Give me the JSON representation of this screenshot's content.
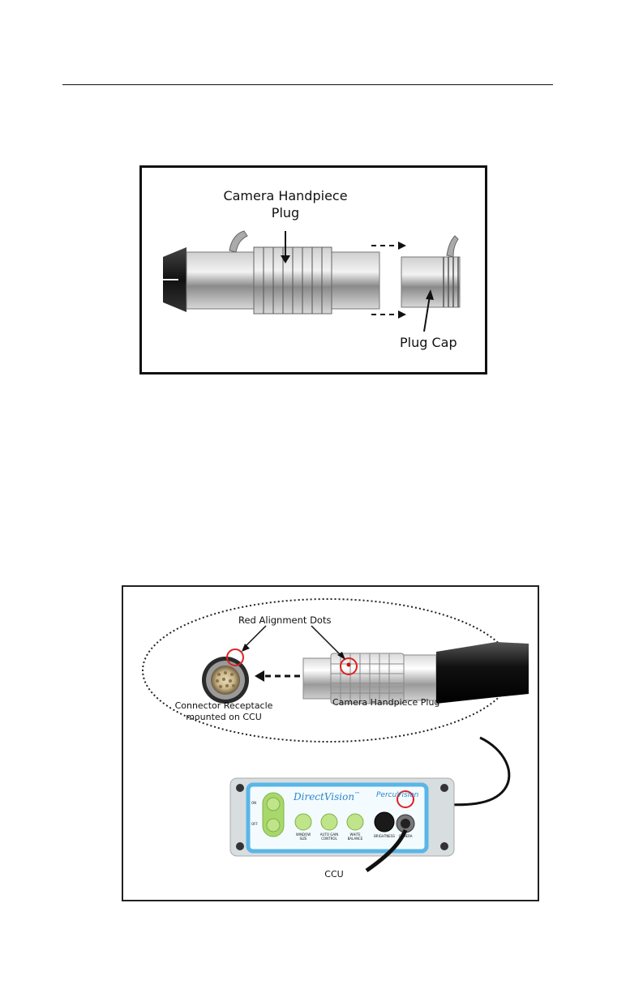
{
  "figure1": {
    "plug_label_line1": "Camera Handpiece",
    "plug_label_line2": "Plug",
    "cap_label": "Plug Cap"
  },
  "figure2": {
    "alignment_label": "Red Alignment Dots",
    "receptacle_label_line1": "Connector Receptacle",
    "receptacle_label_line2": "mounted on CCU",
    "plug_label": "Camera Handpiece Plug",
    "ccu_label": "CCU",
    "panel": {
      "brand": "DirectVision",
      "brand_mark": "™",
      "maker": "PercuVision",
      "on_label": "ON",
      "off_label": "OFF",
      "window_size": "WINDOW SIZE",
      "auto_gain": "AUTO GAIN CONTROL",
      "white_balance": "WHITE BALANCE",
      "brightness": "BRIGHTNESS",
      "camera": "CAMERA"
    },
    "accent_red": "#e02020",
    "panel_blue": "#5ab6e6",
    "button_green": "#a8d86a"
  }
}
